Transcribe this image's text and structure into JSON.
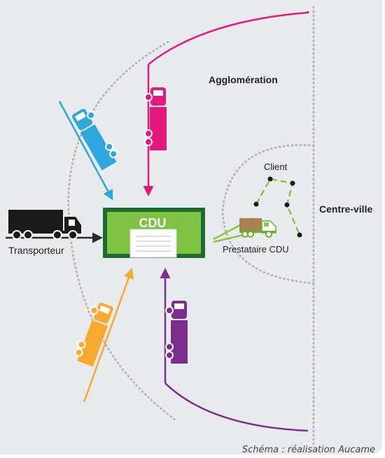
{
  "labels": {
    "agglomeration": "Agglomération",
    "centre_ville": "Centre-ville",
    "client": "Client",
    "prestataire": "Prestataire CDU",
    "transporteur": "Transporteur",
    "cdu": "CDU"
  },
  "credit": "Schéma : réalisation Aucame",
  "colors": {
    "background": "#e8ebee",
    "magenta": "#e5187e",
    "cyan": "#2fa6dc",
    "orange": "#f8aa2e",
    "purple": "#7a2f8f",
    "cdu_green": "#7dc242",
    "cdu_dark": "#1c6b30",
    "delivery_green": "#8cc63f",
    "dotted_grey": "#b7b7b7"
  },
  "icons": [
    "truck-icon",
    "van-icon",
    "building-icon"
  ]
}
